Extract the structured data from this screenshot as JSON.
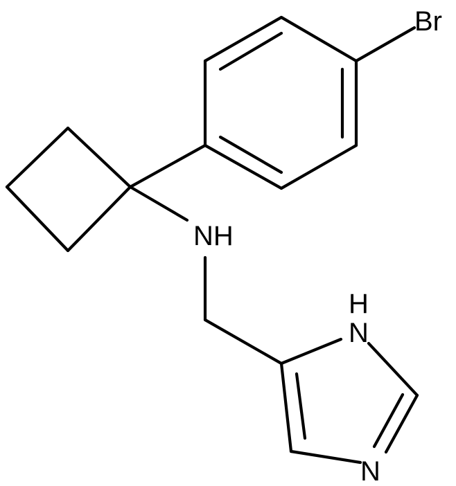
{
  "molecule": {
    "atoms": {
      "bromine": "Br",
      "amine_nh": "NH",
      "imidazole_nh_h": "H",
      "imidazole_nh_n": "N",
      "imidazole_n": "N"
    },
    "colors": {
      "bond": "#000000",
      "label": "#000000",
      "background": "#ffffff"
    }
  }
}
